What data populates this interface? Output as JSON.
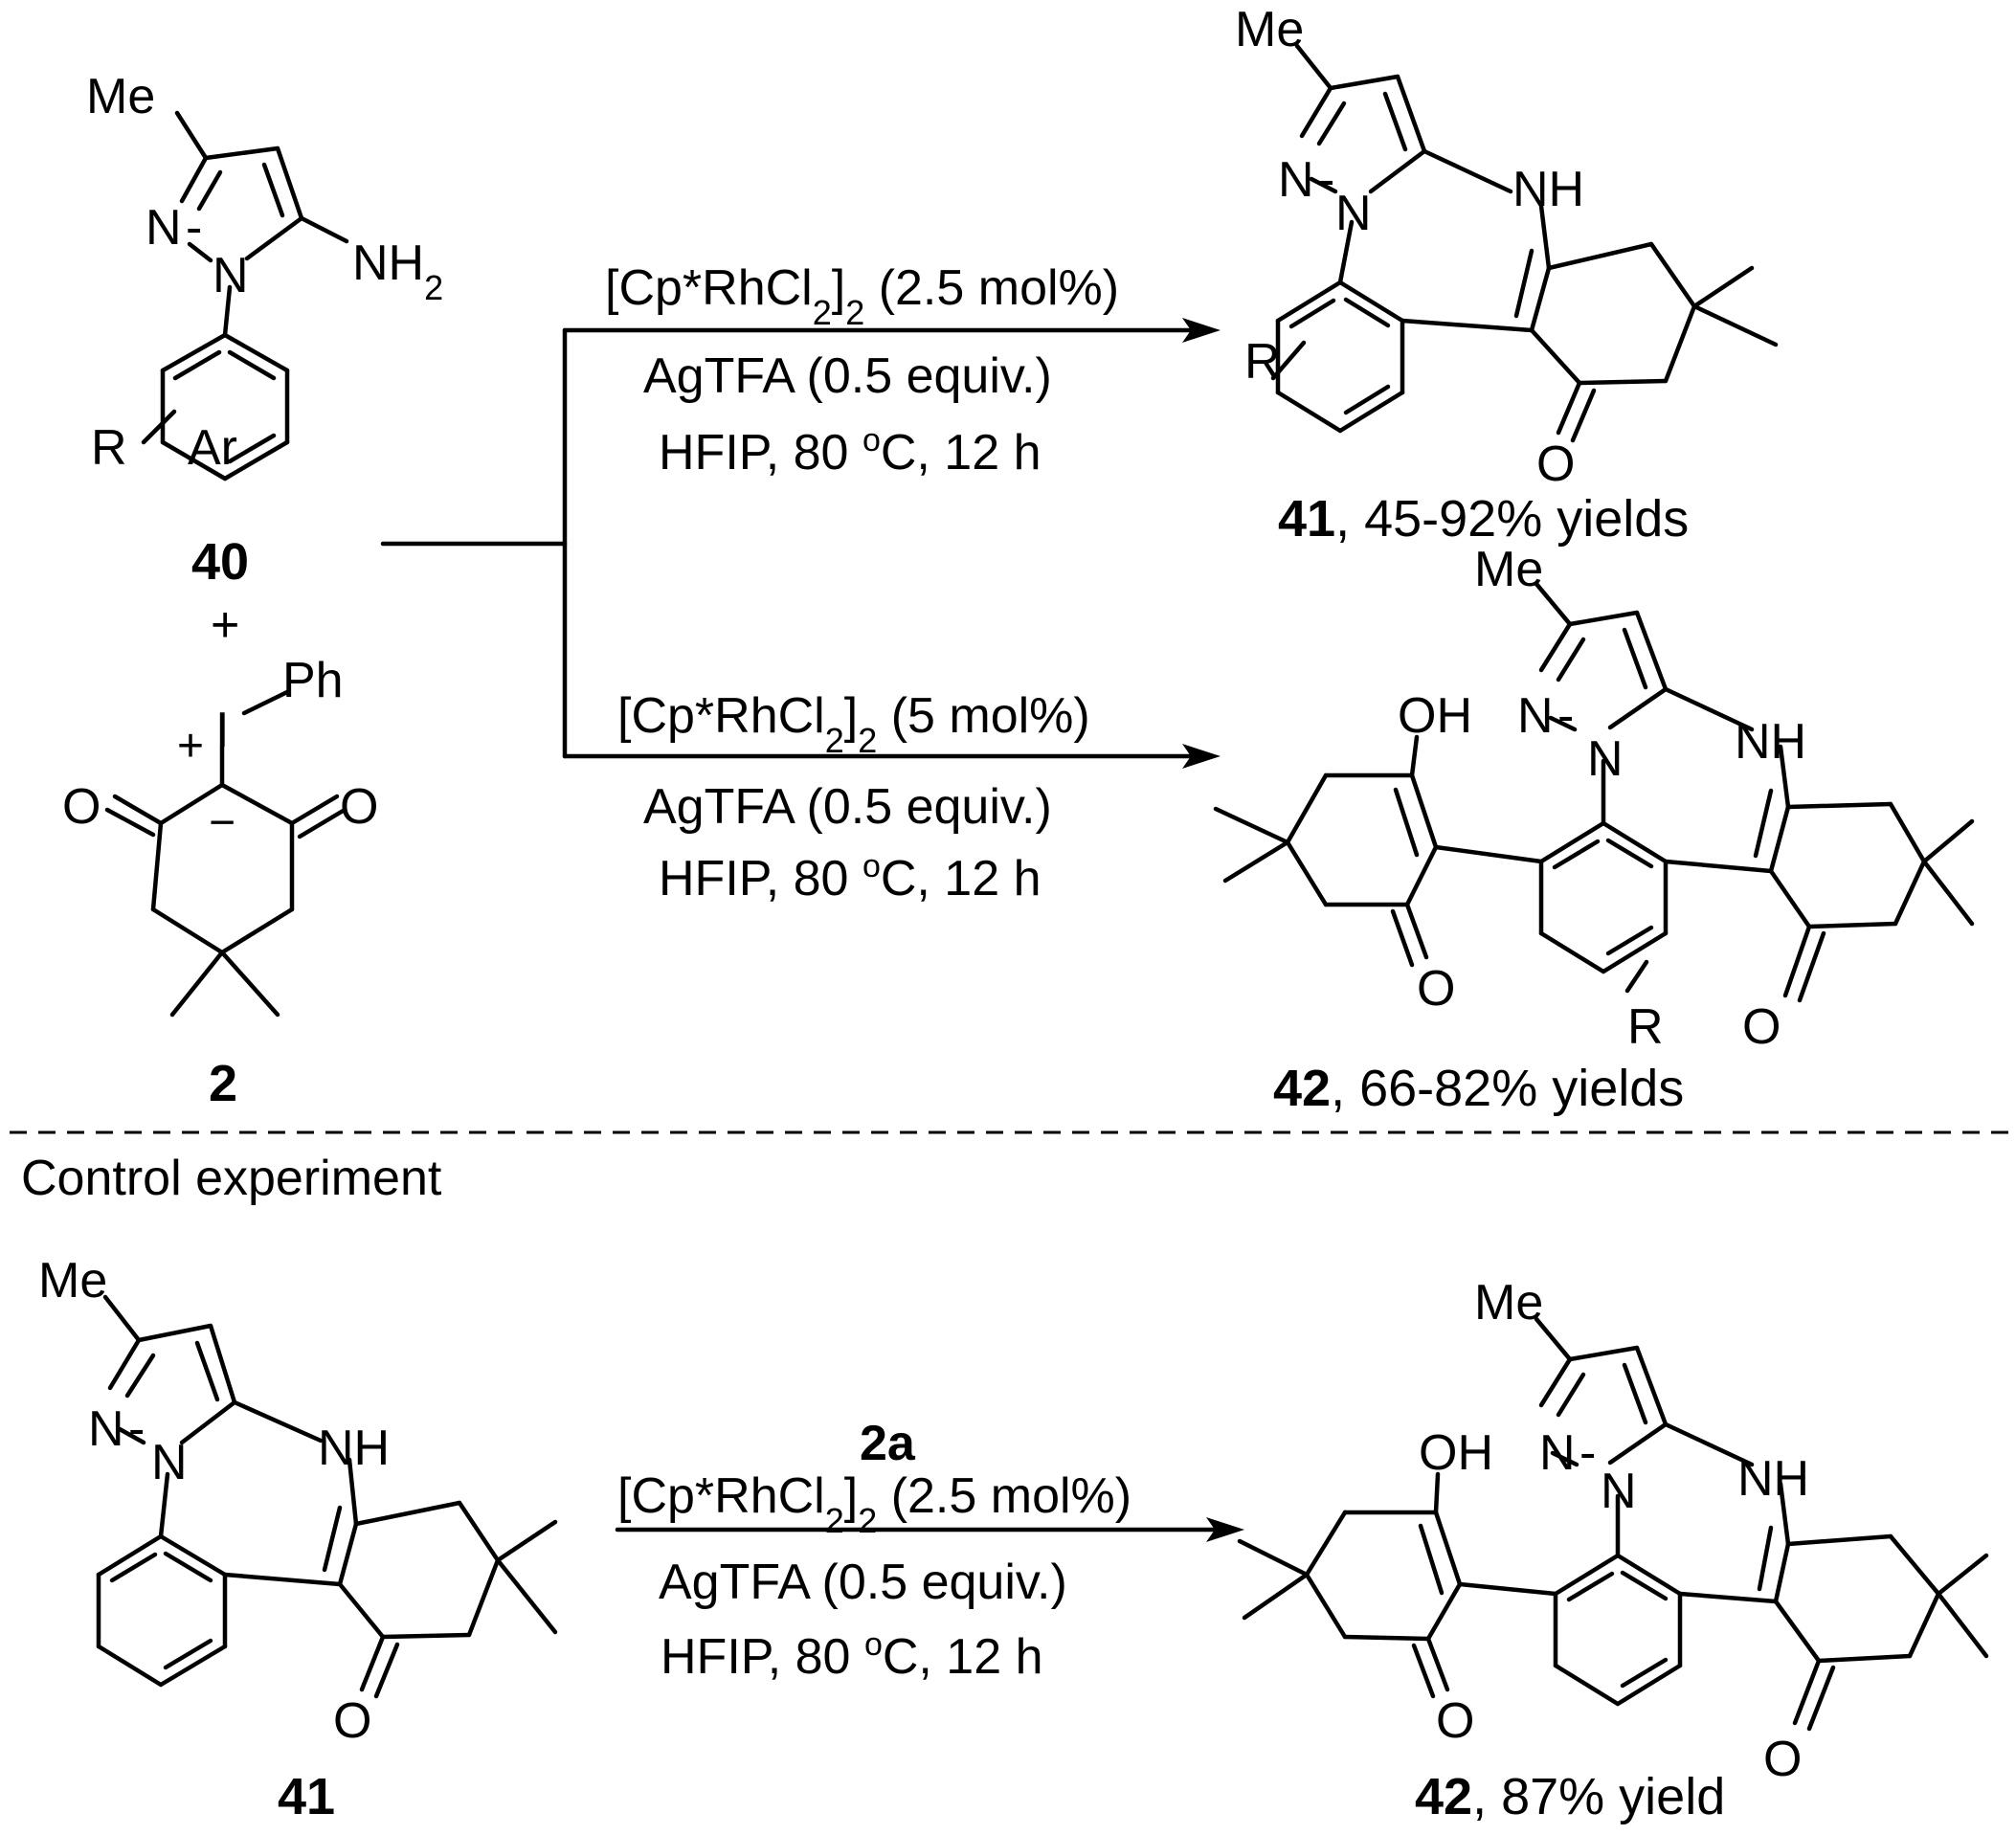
{
  "labels": {
    "me": "Me",
    "n": "N",
    "nh": "NH",
    "nh2_n": "NH",
    "nh2_sub": "2",
    "oh": "OH",
    "o": "O",
    "r": "R",
    "ar": "Ar",
    "i": "I",
    "ph": "Ph",
    "plus": "+",
    "minus": "−",
    "bond_dash": "-"
  },
  "compounds": {
    "c40": "40",
    "c2": "2",
    "c41": "41",
    "c41_yield": ", 45-92% yields",
    "c42": "42",
    "c42_yield": ", 66-82% yields",
    "c41_bottom": "41",
    "c42_bottom": "42",
    "c42_bottom_yield": ", 87% yield",
    "reagent_2a": "2a"
  },
  "reaction_top": {
    "cat_pre": "[Cp*RhCl",
    "cat_sub1": "2",
    "cat_mid": "]",
    "cat_sub2": "2",
    "cat_amount": " (2.5 mol%)",
    "additive": "AgTFA  (0.5 equiv.)",
    "conditions_pre": "HFIP,  80 ",
    "conditions_sup": "o",
    "conditions_post": "C,  12 h"
  },
  "reaction_middle": {
    "cat_pre": "[Cp*RhCl",
    "cat_sub1": "2",
    "cat_mid": "]",
    "cat_sub2": "2",
    "cat_amount": " (5 mol%)",
    "additive": "AgTFA  (0.5 equiv.)",
    "conditions_pre": "HFIP,  80 ",
    "conditions_sup": "o",
    "conditions_post": "C,  12 h"
  },
  "reaction_bottom": {
    "cat_pre": "[Cp*RhCl",
    "cat_sub1": "2",
    "cat_mid": "]",
    "cat_sub2": "2",
    "cat_amount": " (2.5 mol%)",
    "additive": "AgTFA  (0.5 equiv.)",
    "conditions_pre": "HFIP,  80 ",
    "conditions_sup": "o",
    "conditions_post": "C,  12 h"
  },
  "section": {
    "control_title": "Control experiment"
  }
}
